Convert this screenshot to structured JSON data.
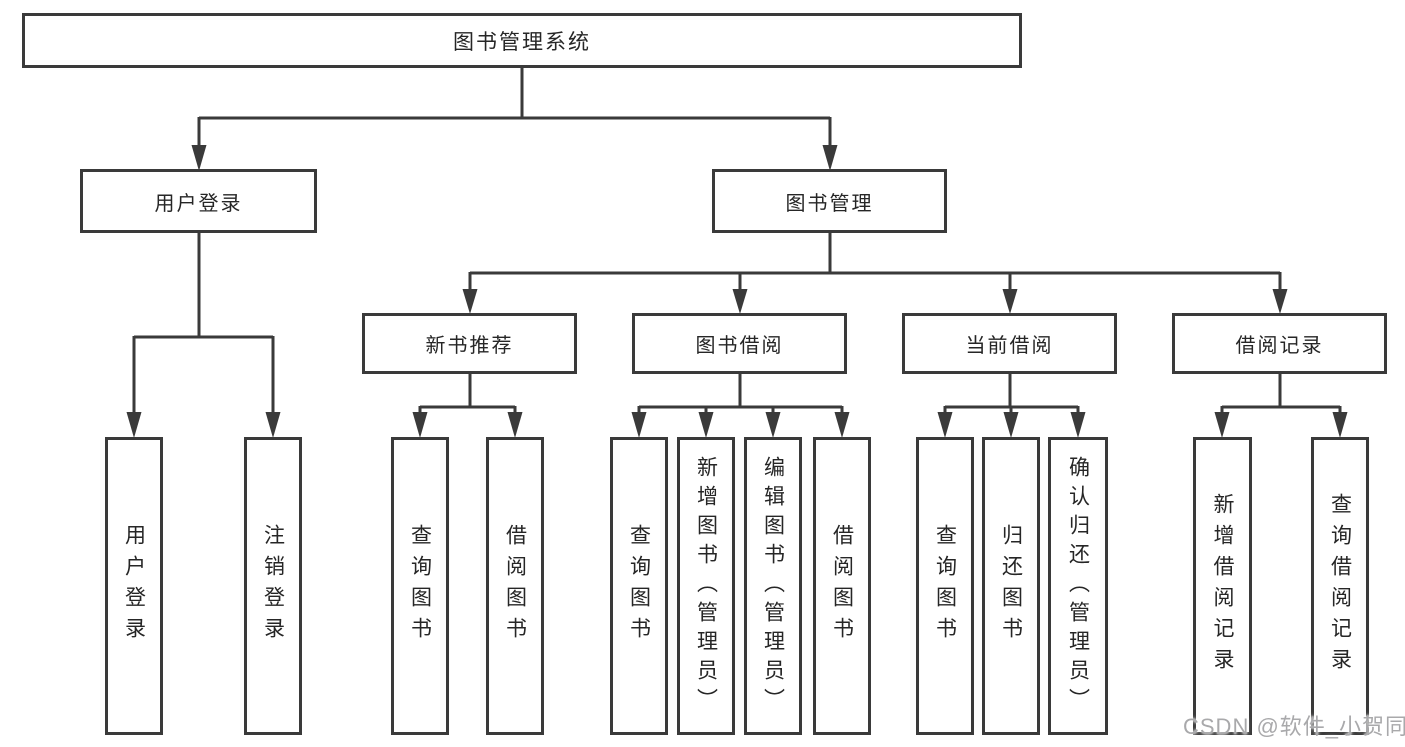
{
  "diagram": {
    "type": "hierarchy-tree",
    "colors": {
      "line": "#3a3a3a",
      "box_border": "#3a3a3a",
      "text": "#262626",
      "background": "#ffffff",
      "watermark": "#a9a9ab"
    },
    "watermark": "CSDN @软件_小贺同学",
    "nodes": {
      "root": {
        "label": "图书管理系统"
      },
      "user_login": {
        "label": "用户登录"
      },
      "book_management": {
        "label": "图书管理"
      },
      "new_book_recommend": {
        "label": "新书推荐"
      },
      "book_borrowing": {
        "label": "图书借阅"
      },
      "current_borrowing": {
        "label": "当前借阅"
      },
      "borrowing_records": {
        "label": "借阅记录"
      },
      "leaf_user_login": {
        "label": "用户登录"
      },
      "leaf_logout": {
        "label": "注销登录"
      },
      "leaf_nb_query_books": {
        "label": "查询图书"
      },
      "leaf_nb_borrow_books": {
        "label": "借阅图书"
      },
      "leaf_bb_query_books": {
        "label": "查询图书"
      },
      "leaf_bb_add_books_admin": {
        "label": "新增图书（管理员）"
      },
      "leaf_bb_edit_books_admin": {
        "label": "编辑图书（管理员）"
      },
      "leaf_bb_borrow_books": {
        "label": "借阅图书"
      },
      "leaf_cb_query_books": {
        "label": "查询图书"
      },
      "leaf_cb_return_books": {
        "label": "归还图书"
      },
      "leaf_cb_confirm_return_admin": {
        "label": "确认归还（管理员）"
      },
      "leaf_br_add_record": {
        "label": "新增借阅记录"
      },
      "leaf_br_query_record": {
        "label": "查询借阅记录"
      }
    },
    "edges": [
      "root->user_login",
      "root->book_management",
      "user_login->leaf_user_login",
      "user_login->leaf_logout",
      "book_management->new_book_recommend",
      "book_management->book_borrowing",
      "book_management->current_borrowing",
      "book_management->borrowing_records",
      "new_book_recommend->leaf_nb_query_books",
      "new_book_recommend->leaf_nb_borrow_books",
      "book_borrowing->leaf_bb_query_books",
      "book_borrowing->leaf_bb_add_books_admin",
      "book_borrowing->leaf_bb_edit_books_admin",
      "book_borrowing->leaf_bb_borrow_books",
      "current_borrowing->leaf_cb_query_books",
      "current_borrowing->leaf_cb_return_books",
      "current_borrowing->leaf_cb_confirm_return_admin",
      "borrowing_records->leaf_br_add_record",
      "borrowing_records->leaf_br_query_record"
    ]
  }
}
